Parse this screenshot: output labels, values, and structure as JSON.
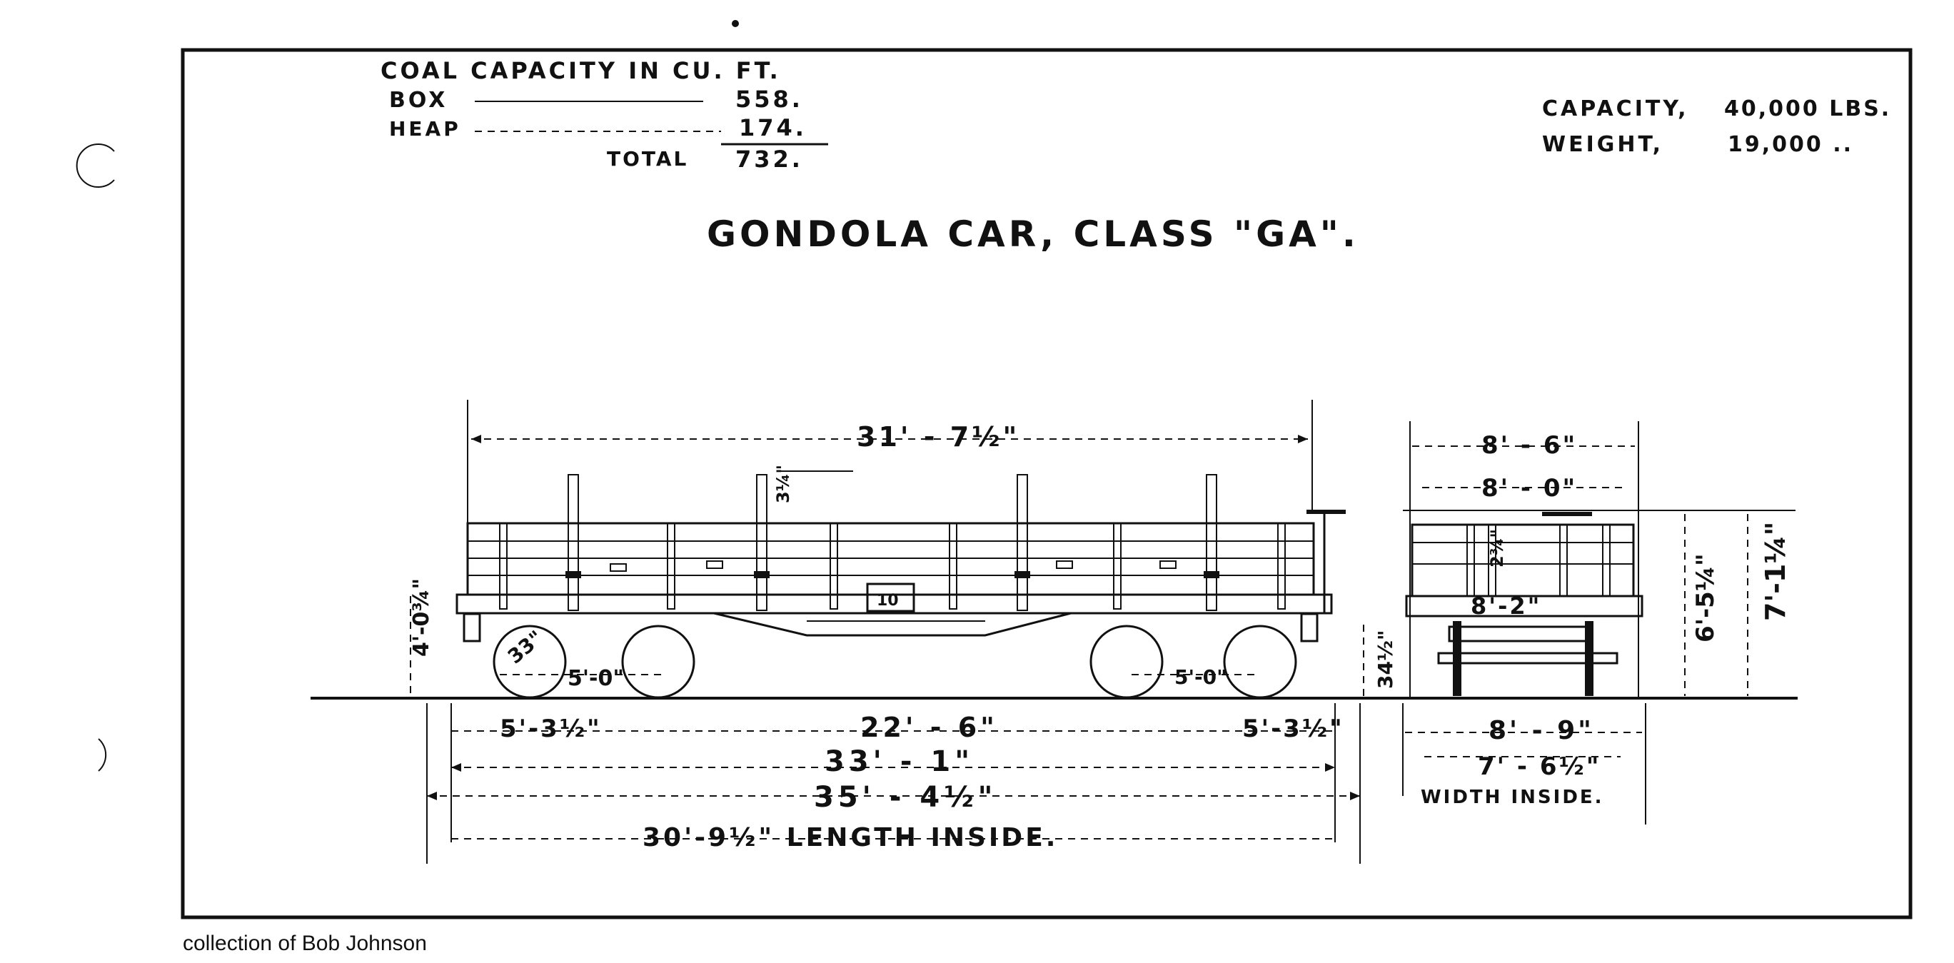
{
  "capacity_table": {
    "heading": "COAL CAPACITY IN CU. FT.",
    "rows": [
      {
        "label": "BOX",
        "value": "558."
      },
      {
        "label": "HEAP",
        "value": "174."
      }
    ],
    "total_label": "TOTAL",
    "total_value": "732."
  },
  "specs": {
    "capacity_label": "CAPACITY,",
    "capacity_value": "40,000 LBS.",
    "weight_label": "WEIGHT,",
    "weight_value": "19,000 .."
  },
  "title": "GONDOLA CAR, CLASS \"GA\".",
  "side_dims": {
    "top_length": "31' - 7½\"",
    "stake_height": "3¼\"",
    "side_height": "4'-0¾\"",
    "wheel_dia": "33\"",
    "wheelbase_left": "5'-0\"",
    "wheelbase_right": "5'-0\"",
    "truck_center_offset_left": "5'-3½\"",
    "truck_centers": "22' - 6\"",
    "truck_center_offset_right": "5'-3½\"",
    "over_bodies": "33' - 1\"",
    "over_couplers": "35' - 4½\"",
    "length_inside": "30'-9½\" LENGTH INSIDE.",
    "coupler_height": "34½\""
  },
  "end_dims": {
    "over_stakes": "8' - 6\"",
    "inside_stakes": "8' - 0\"",
    "stake_height": "2¾\"",
    "sill_width": "8'-2\"",
    "height_to_top": "6'-5¼\"",
    "overall_height": "7'-1¼\"",
    "overall_width": "8' - 9\"",
    "width_inside": "7' - 6½\"",
    "width_inside_label": "WIDTH INSIDE."
  },
  "credit": "collection of Bob Johnson"
}
